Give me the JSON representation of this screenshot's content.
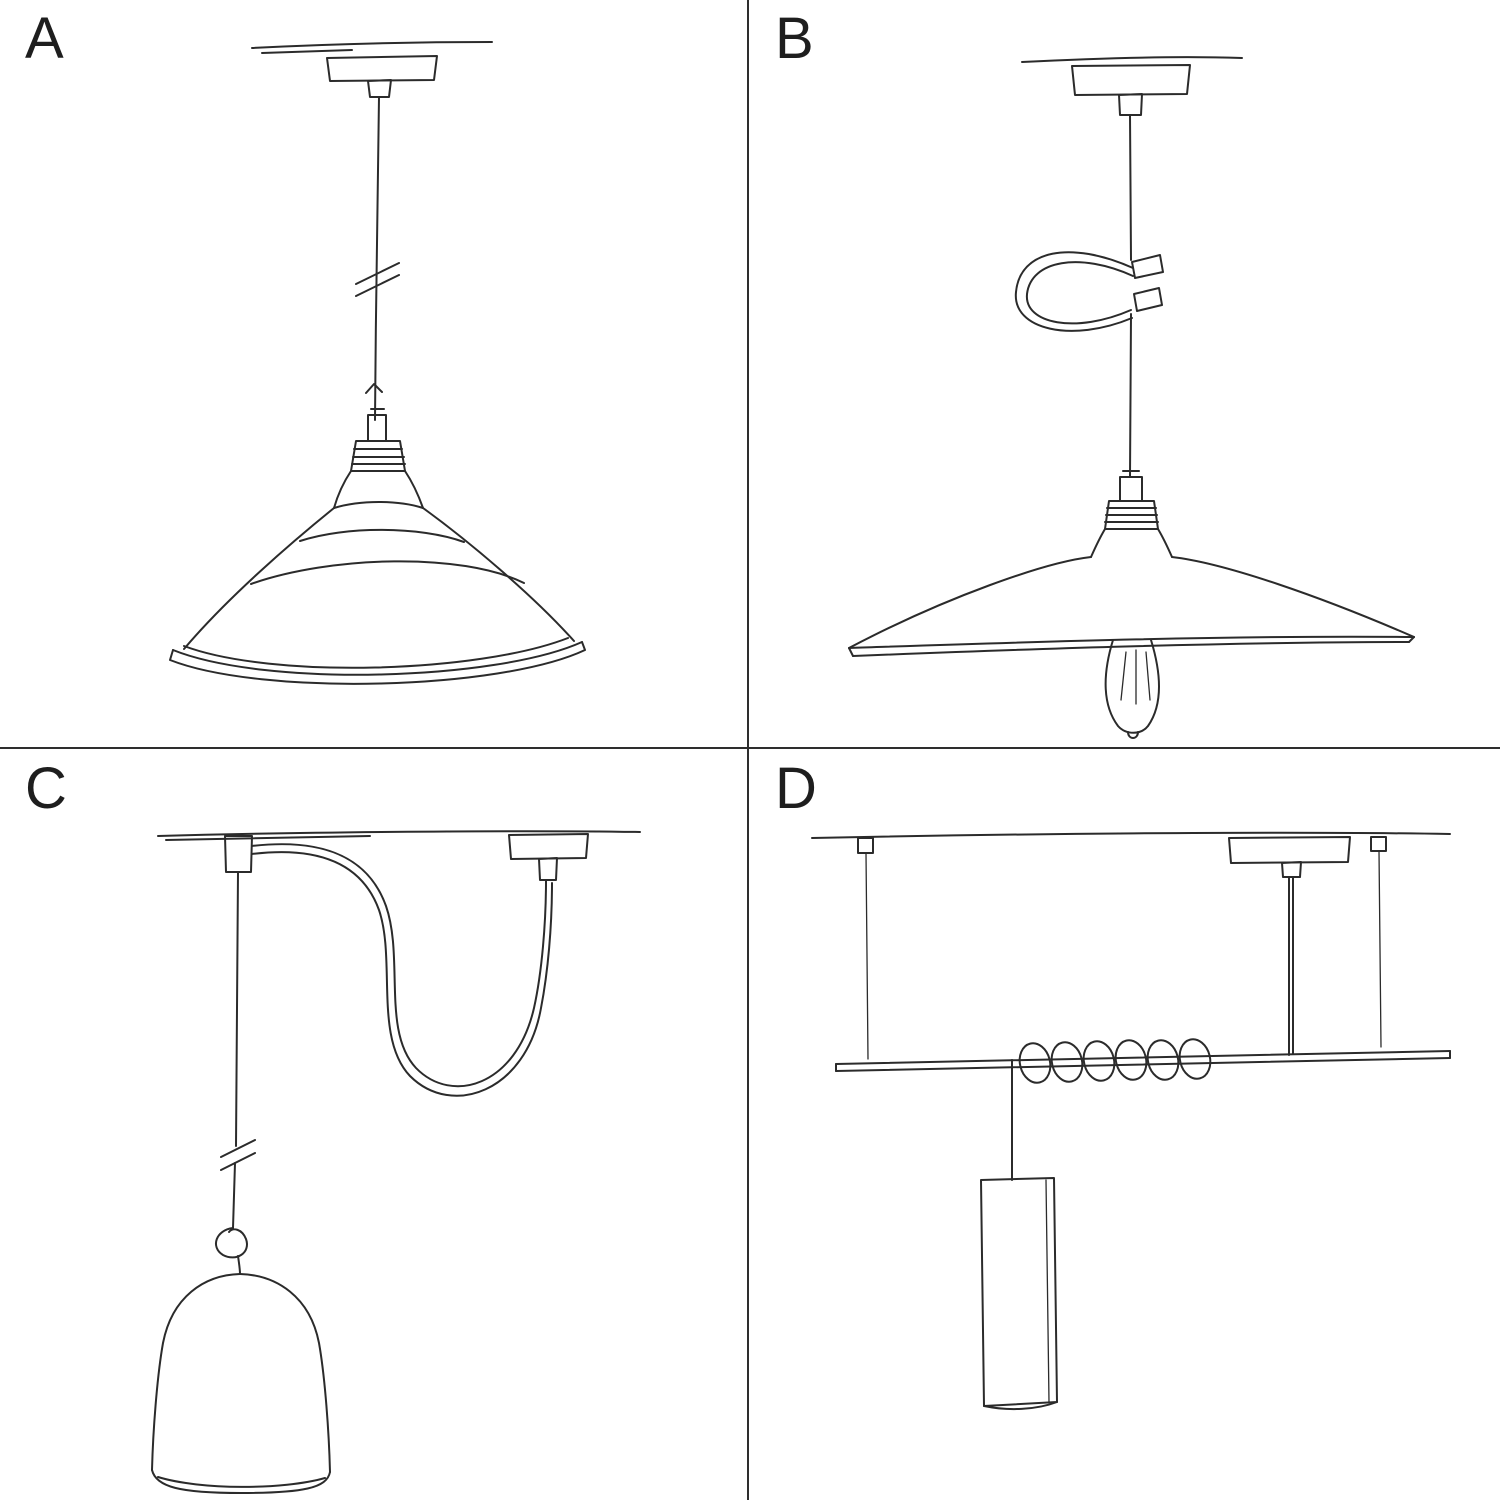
{
  "page": {
    "background_color": "#ffffff",
    "ink_color": "#2b2b2b",
    "divider_color": "#2e2e2e"
  },
  "quadrants": [
    {
      "label": "A",
      "sketch": "pendant-with-industrial-bowl-shade"
    },
    {
      "label": "B",
      "sketch": "pendant-with-flat-plate-shade-exposed-bulb-and-cable-loop"
    },
    {
      "label": "C",
      "sketch": "swag-pendant-with-hook-and-bell-shade"
    },
    {
      "label": "D",
      "sketch": "ceiling-bar-with-coiled-cable-and-tube-pendant"
    }
  ]
}
